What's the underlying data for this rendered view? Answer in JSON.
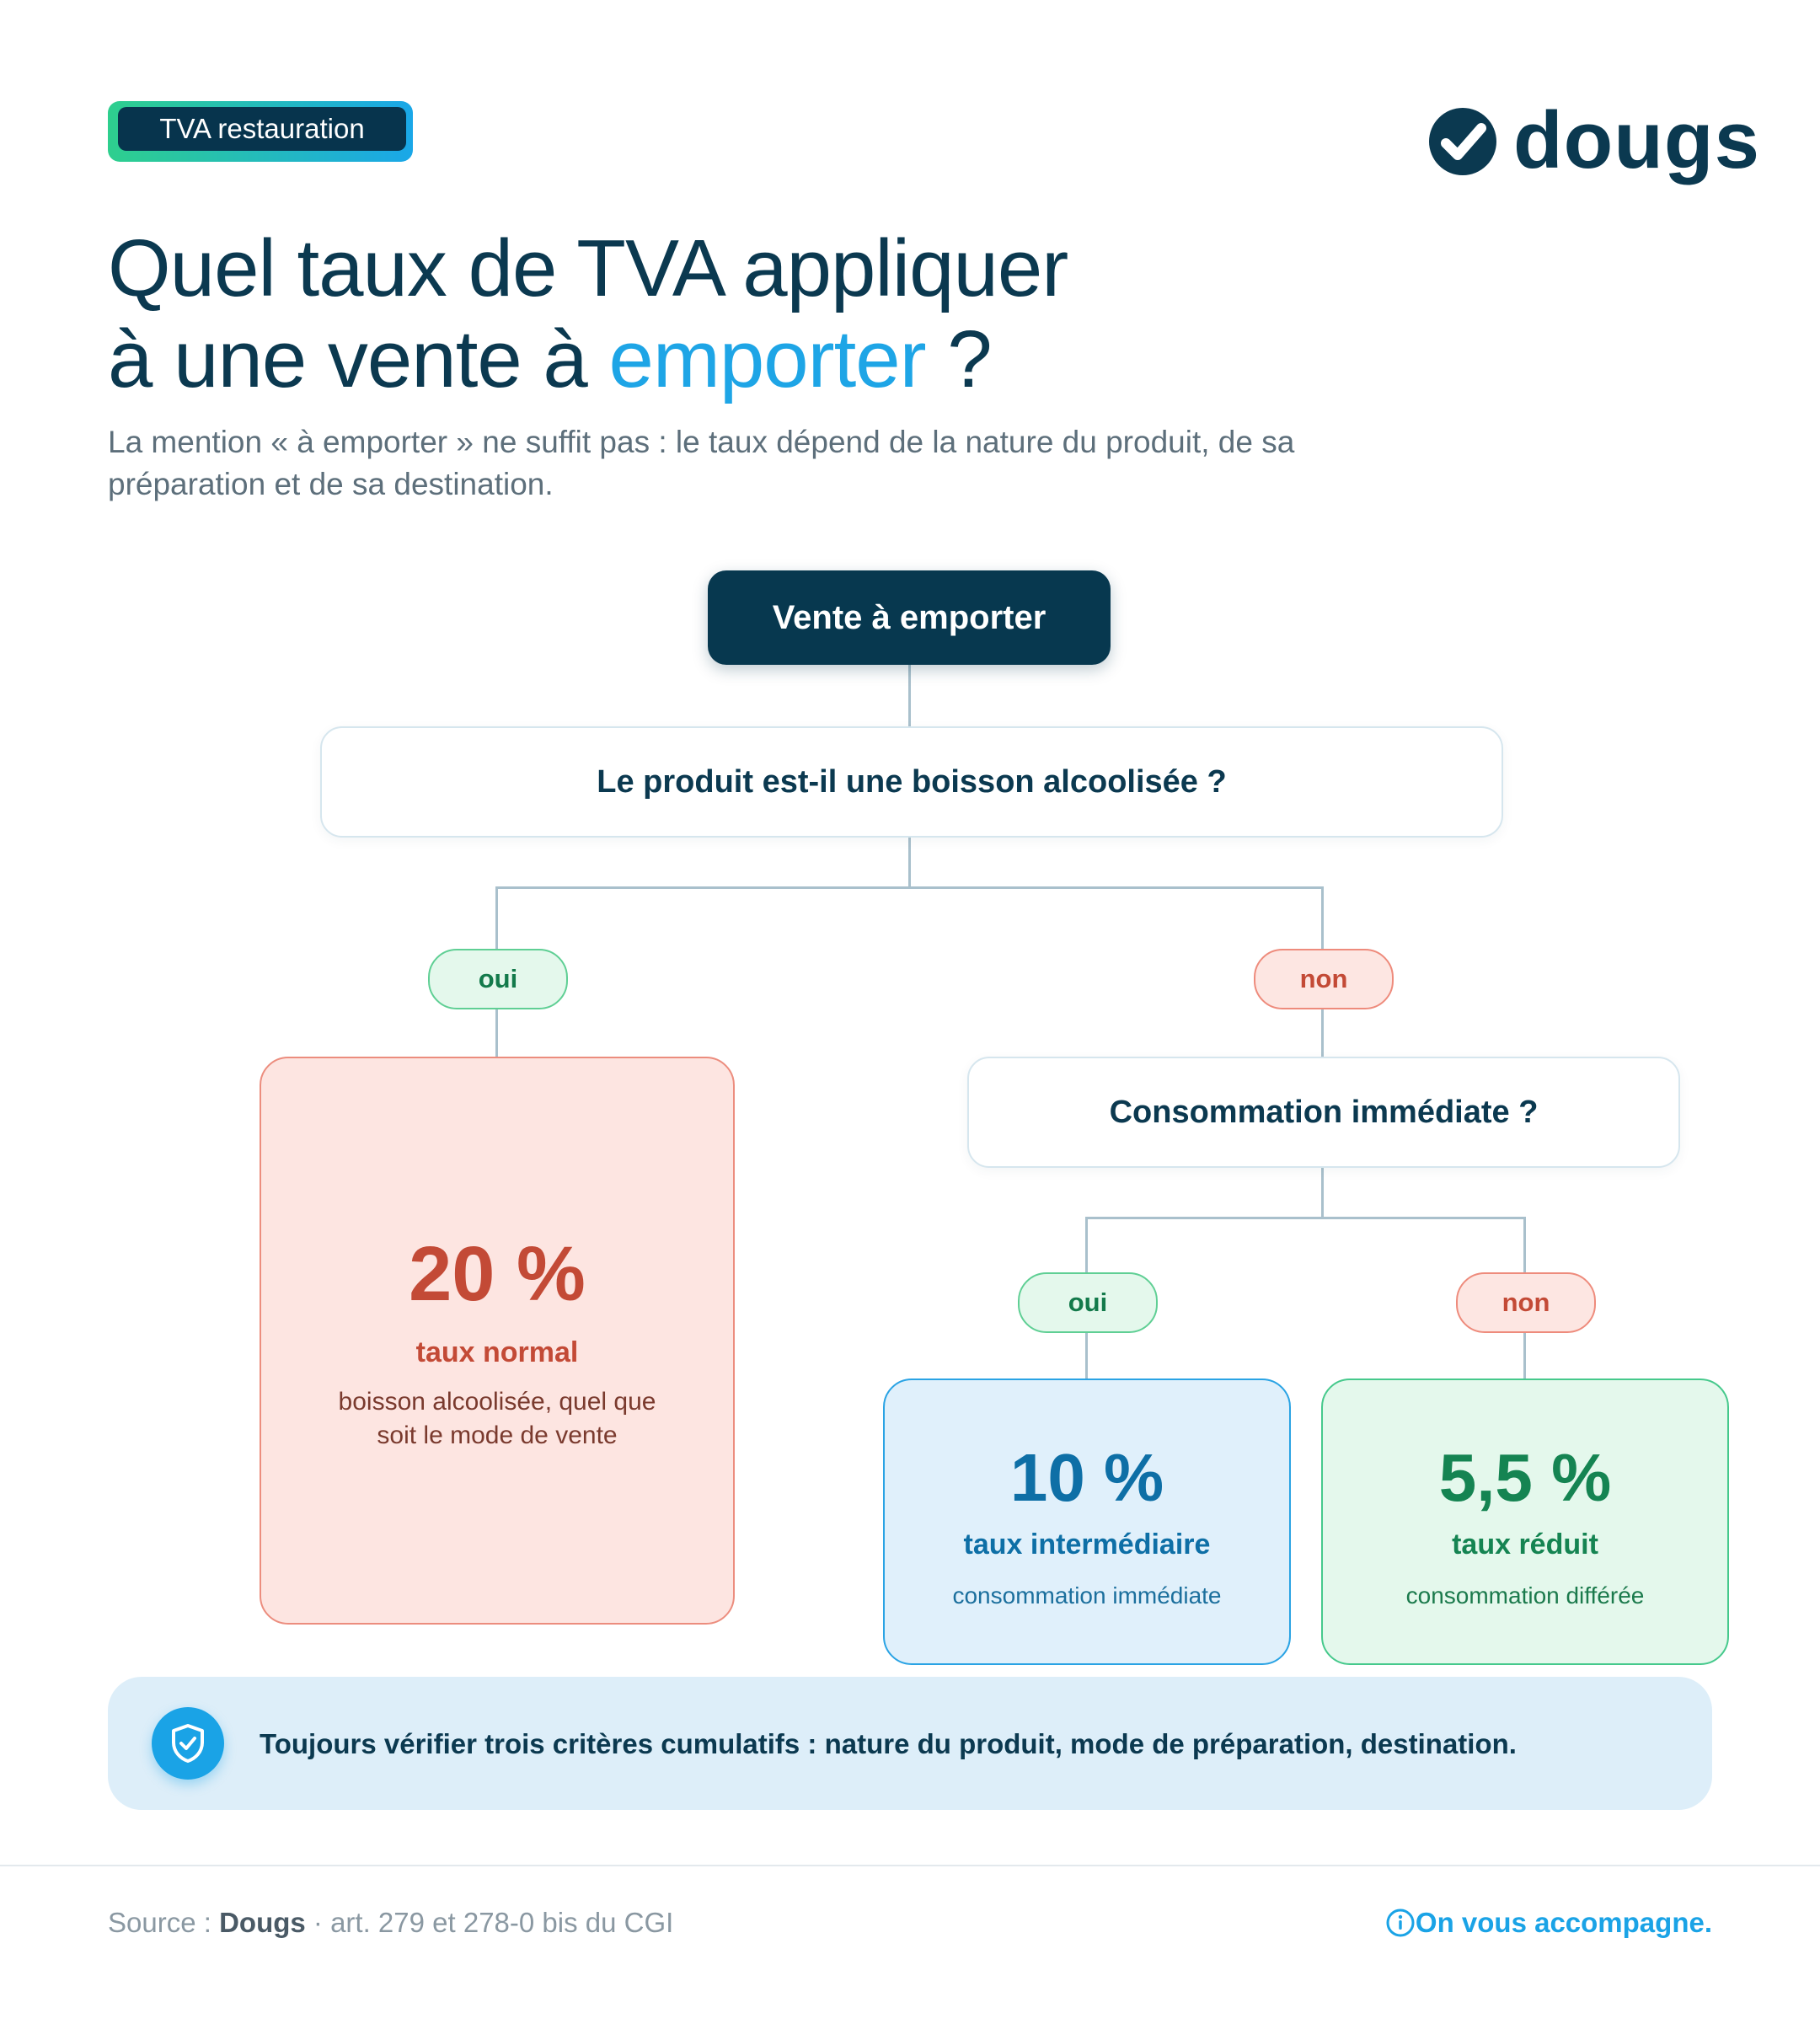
{
  "badge": "TVA restauration",
  "brand": "dougs",
  "title": {
    "line1": "Quel taux de TVA appliquer",
    "line2_prefix": "à une vente à ",
    "line2_accent": "emporter",
    "line2_suffix": " ?"
  },
  "subtitle": "La mention « à emporter » ne suffit pas : le taux dépend de la nature du produit, de sa préparation et de sa destination.",
  "flow": {
    "root": "Vente à emporter",
    "question1": "Le produit est-il une boisson alcoolisée ?",
    "yes": "oui",
    "no": "non",
    "question2": "Consommation immédiate ?",
    "result_normal": {
      "value": "20 %",
      "name": "taux normal",
      "desc": "boisson alcoolisée, quel que soit le mode de vente"
    },
    "result_intermediate": {
      "value": "10 %",
      "name": "taux intermédiaire",
      "desc": "consommation immédiate"
    },
    "result_reduced": {
      "value": "5,5 %",
      "name": "taux réduit",
      "desc": "consommation différée"
    }
  },
  "note": "Toujours vérifier trois critères cumulatifs : nature du produit, mode de préparation, destination.",
  "footer": {
    "source_prefix": "Source : ",
    "source_name": "Dougs",
    "source_suffix": " · art. 279 et 278-0 bis du CGI",
    "cta": "On vous accompagne."
  },
  "colors": {
    "navy": "#07384f",
    "accent_blue": "#1ea5e6",
    "red": "#c34a36",
    "green": "#158452",
    "blue": "#0e6fa6"
  },
  "icons": [
    "check-logo-icon",
    "shield-check-icon",
    "info-icon"
  ]
}
